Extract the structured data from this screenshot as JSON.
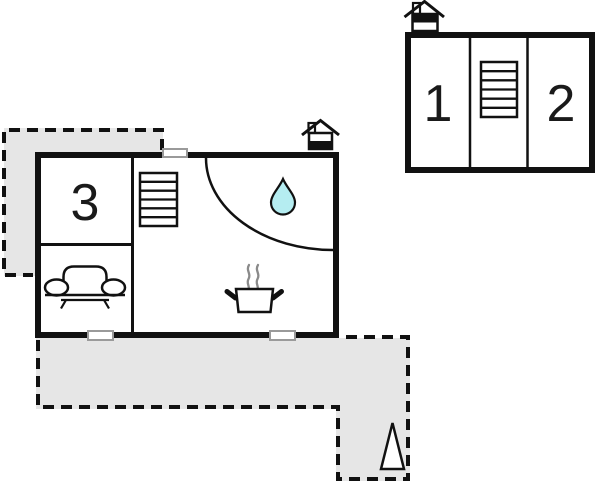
{
  "floorplan": {
    "upper_unit": {
      "rooms": [
        {
          "label": "1"
        },
        {
          "label": "2"
        }
      ],
      "icons": [
        "house-upper-floor-indicator",
        "staircase"
      ]
    },
    "main_unit": {
      "rooms": [
        {
          "label": "3"
        }
      ],
      "icons": [
        "house-ground-floor-indicator",
        "staircase",
        "water-drop",
        "cooking-pot",
        "sofa",
        "door-arc"
      ],
      "window_count": "3"
    },
    "outdoor": {
      "icons": [
        "terrace-dashed-area-upper-left",
        "terrace-dashed-area-bottom",
        "tree"
      ]
    },
    "colors": {
      "wall": "#111111",
      "terrace": "#e6e6e6",
      "water": "#b5edf1",
      "steam": "#8a8a8a",
      "window_frame": "#9a9a9a",
      "background": "#ffffff"
    }
  }
}
